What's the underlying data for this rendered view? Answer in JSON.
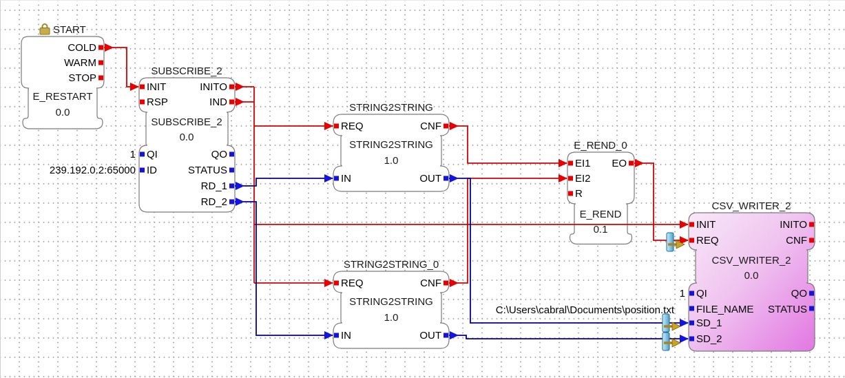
{
  "app": "function-block-network-editor",
  "colors": {
    "event_red": "#d40000",
    "data_blue_wire": "#000090",
    "data_blue_port": "#1414d2",
    "block_outline": "#7a7a7a",
    "csv_fill_light": "#f7e4f7",
    "csv_fill_dark": "#e277e2",
    "grid_dot": "#ababab",
    "watch_blue": "#9fd4ea",
    "watch_gold": "#c9a227",
    "lock_gold": "#c9ab4a"
  },
  "blocks": {
    "start": {
      "instance": "START",
      "type": "E_RESTART",
      "version": "0.0",
      "locked_icon": "padlock",
      "event_outputs": [
        "COLD",
        "WARM",
        "STOP"
      ]
    },
    "subscribe": {
      "instance": "SUBSCRIBE_2",
      "type": "SUBSCRIBE_2",
      "version": "0.0",
      "event_inputs": [
        "INIT",
        "RSP"
      ],
      "event_outputs": [
        "INITO",
        "IND"
      ],
      "data_inputs": [
        "QI",
        "ID"
      ],
      "data_values": [
        "1",
        "239.192.0.2:65000"
      ],
      "data_outputs": [
        "QO",
        "STATUS",
        "RD_1",
        "RD_2"
      ]
    },
    "string2string": {
      "instance": "STRING2STRING",
      "type": "STRING2STRING",
      "version": "1.0",
      "event_inputs": [
        "REQ"
      ],
      "event_outputs": [
        "CNF"
      ],
      "data_inputs": [
        "IN"
      ],
      "data_outputs": [
        "OUT"
      ]
    },
    "string2string_0": {
      "instance": "STRING2STRING_0",
      "type": "STRING2STRING",
      "version": "1.0",
      "event_inputs": [
        "REQ"
      ],
      "event_outputs": [
        "CNF"
      ],
      "data_inputs": [
        "IN"
      ],
      "data_outputs": [
        "OUT"
      ]
    },
    "e_rend": {
      "instance": "E_REND_0",
      "type": "E_REND",
      "version": "0.1",
      "event_inputs": [
        "EI1",
        "EI2",
        "R"
      ],
      "event_outputs": [
        "EO"
      ]
    },
    "csv_writer": {
      "instance": "CSV_WRITER_2",
      "type": "CSV_WRITER_2",
      "version": "0.0",
      "event_inputs": [
        "INIT",
        "REQ"
      ],
      "event_outputs": [
        "INITO",
        "CNF"
      ],
      "data_inputs": [
        "QI",
        "FILE_NAME",
        "SD_1",
        "SD_2"
      ],
      "data_values": [
        "1",
        "C:\\Users\\cabral\\Documents\\position.txt"
      ],
      "data_outputs": [
        "QO",
        "STATUS"
      ]
    }
  }
}
